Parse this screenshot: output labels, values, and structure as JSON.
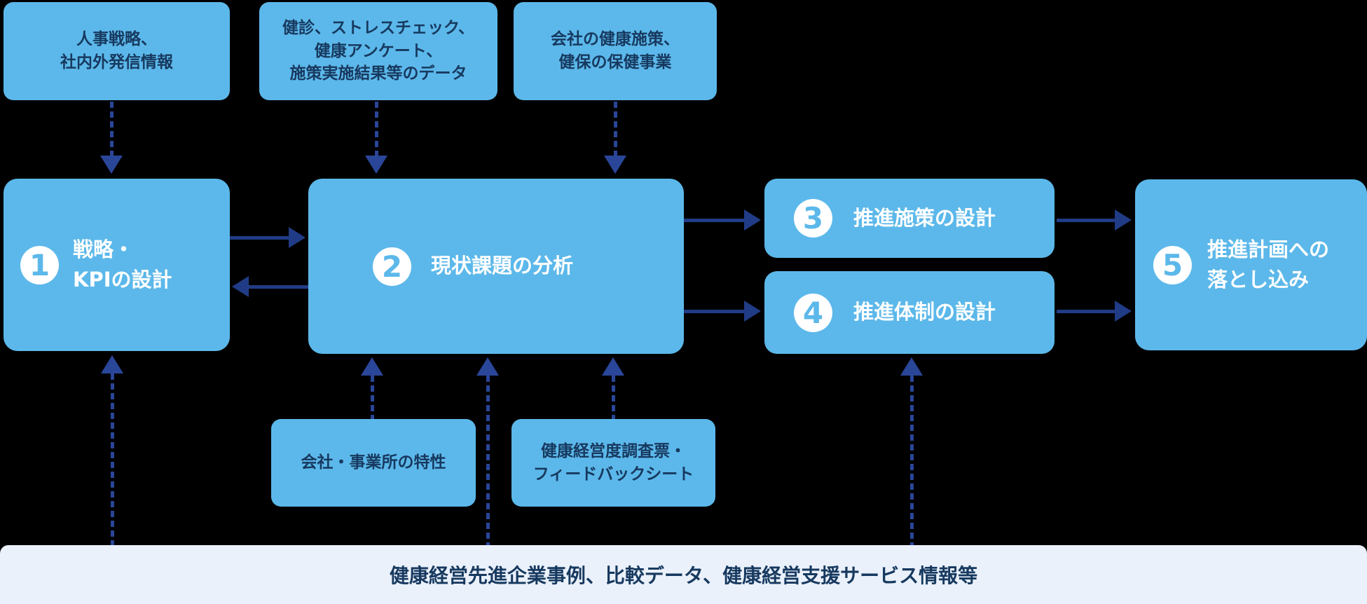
{
  "colors": {
    "canvas-bg": "#000000",
    "box-blue": "#5CB8EA",
    "navy-text": "#17395F",
    "arrow": "#213C86",
    "dash": "#2A4699",
    "footer-bg": "#EAF1FB",
    "badge-bg": "#FFFFFF"
  },
  "top_inputs": [
    {
      "id": "hr-strategy",
      "label": "人事戦略、\n社内外発信情報"
    },
    {
      "id": "health-data",
      "label": "健診、ストレスチェック、\n健康アンケート、\n施策実施結果等のデータ"
    },
    {
      "id": "company-programs",
      "label": "会社の健康施策、\n健保の保健事業"
    }
  ],
  "process_steps": [
    {
      "num": "1",
      "label": "戦略・\nKPIの設計"
    },
    {
      "num": "2",
      "label": "現状課題の分析"
    },
    {
      "num": "3",
      "label": "推進施策の設計"
    },
    {
      "num": "4",
      "label": "推進体制の設計"
    },
    {
      "num": "5",
      "label": "推進計画への\n落とし込み"
    }
  ],
  "bottom_inputs": [
    {
      "id": "company-traits",
      "label": "会社・事業所の特性"
    },
    {
      "id": "survey-feedback",
      "label": "健康経営度調査票・\nフィードバックシート"
    }
  ],
  "footer": {
    "label": "健康経営先進企業事例、比較データ、健康経営支援サービス情報等"
  }
}
